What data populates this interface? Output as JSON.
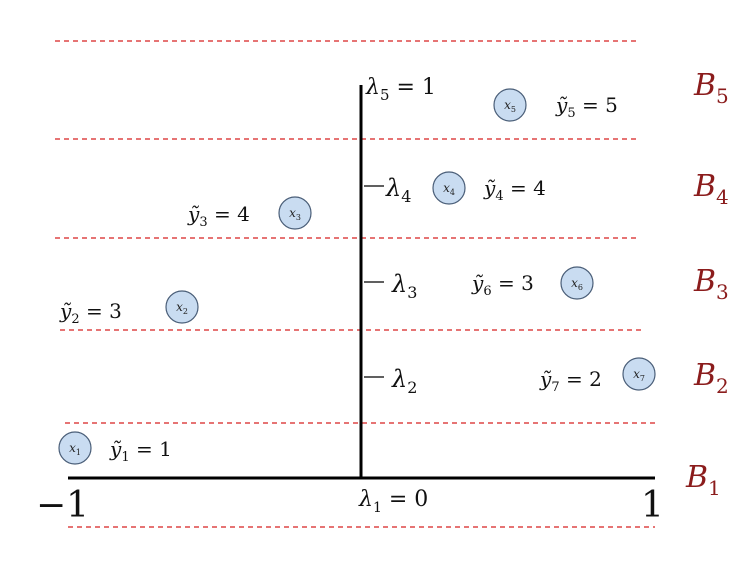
{
  "colors": {
    "divider": "#d62020",
    "bucket_label": "#8b1c1c",
    "node_fill": "#c9dcf1",
    "node_stroke": "#4a5e78",
    "axis": "#000000",
    "text": "#111111"
  },
  "axis": {
    "left_label": "−1",
    "right_label": "1",
    "origin_label": "λ",
    "origin_sub": "1",
    "origin_suffix": " = 0"
  },
  "thresholds": [
    {
      "name": "λ",
      "sub": "2",
      "suffix": ""
    },
    {
      "name": "λ",
      "sub": "3",
      "suffix": ""
    },
    {
      "name": "λ",
      "sub": "4",
      "suffix": ""
    },
    {
      "name": "λ",
      "sub": "5",
      "suffix": " = 1"
    }
  ],
  "buckets": [
    {
      "name": "B",
      "sub": "1"
    },
    {
      "name": "B",
      "sub": "2"
    },
    {
      "name": "B",
      "sub": "3"
    },
    {
      "name": "B",
      "sub": "4"
    },
    {
      "name": "B",
      "sub": "5"
    }
  ],
  "nodes": [
    {
      "name": "x",
      "sub": "1",
      "label_name": "ỹ",
      "label_sub": "1",
      "label_value": " = 1"
    },
    {
      "name": "x",
      "sub": "2",
      "label_name": "ỹ",
      "label_sub": "2",
      "label_value": " = 3"
    },
    {
      "name": "x",
      "sub": "3",
      "label_name": "ỹ",
      "label_sub": "3",
      "label_value": " = 4"
    },
    {
      "name": "x",
      "sub": "4",
      "label_name": "ỹ",
      "label_sub": "4",
      "label_value": " = 4"
    },
    {
      "name": "x",
      "sub": "5",
      "label_name": "ỹ",
      "label_sub": "5",
      "label_value": " = 5"
    },
    {
      "name": "x",
      "sub": "6",
      "label_name": "ỹ",
      "label_sub": "6",
      "label_value": " = 3"
    },
    {
      "name": "x",
      "sub": "7",
      "label_name": "ỹ",
      "label_sub": "7",
      "label_value": " = 2"
    }
  ]
}
